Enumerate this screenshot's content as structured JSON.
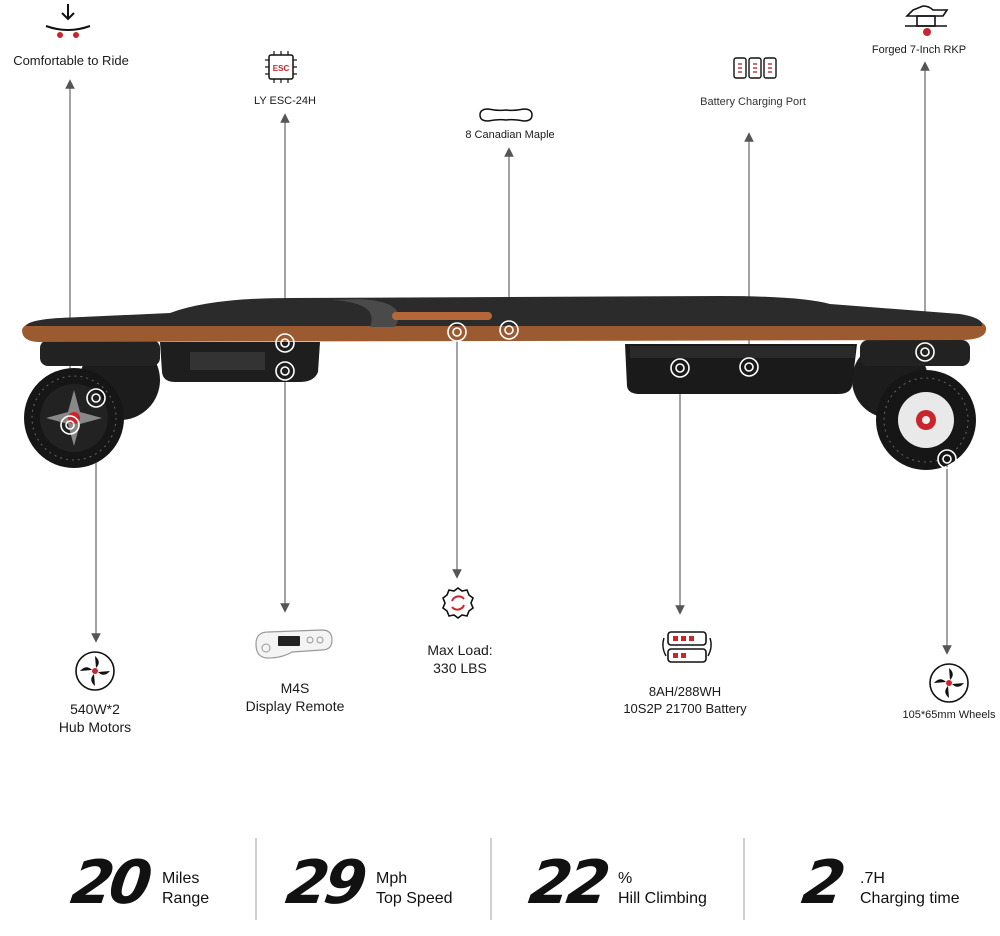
{
  "features": {
    "comfortable": "Comfortable to Ride",
    "esc": "LY ESC-24H",
    "esc_icon_text": "ESC",
    "deck": "8 Canadian Maple",
    "charging_port": "Battery Charging Port",
    "trucks": "Forged 7-Inch RKP",
    "motors_line1": "540W*2",
    "motors_line2": "Hub Motors",
    "remote_line1": "M4S",
    "remote_line2": "Display Remote",
    "load_line1": "Max Load:",
    "load_line2": "330 LBS",
    "battery_line1": "8AH/288WH",
    "battery_line2": "10S2P 21700 Battery",
    "wheels": "105*65mm Wheels"
  },
  "stats": [
    {
      "value": "20",
      "unit": "Miles",
      "label": "Range"
    },
    {
      "value": "29",
      "unit": "Mph",
      "label": "Top Speed"
    },
    {
      "value": "22",
      "unit": "%",
      "label": "Hill Climbing"
    },
    {
      "value": "2",
      "unit": ".7H",
      "label": "Charging time"
    }
  ],
  "colors": {
    "accent": "#c8262c",
    "deck_wood": "#a0522d",
    "grip": "#2b2b2b",
    "line": "#555555"
  },
  "icons": [
    "skateboard-icon",
    "esc-chip-icon",
    "deck-shape-icon",
    "battery-cells-icon",
    "truck-icon",
    "hub-motor-icon",
    "remote-icon",
    "gear-load-icon",
    "battery-pack-icon",
    "wheel-icon"
  ]
}
